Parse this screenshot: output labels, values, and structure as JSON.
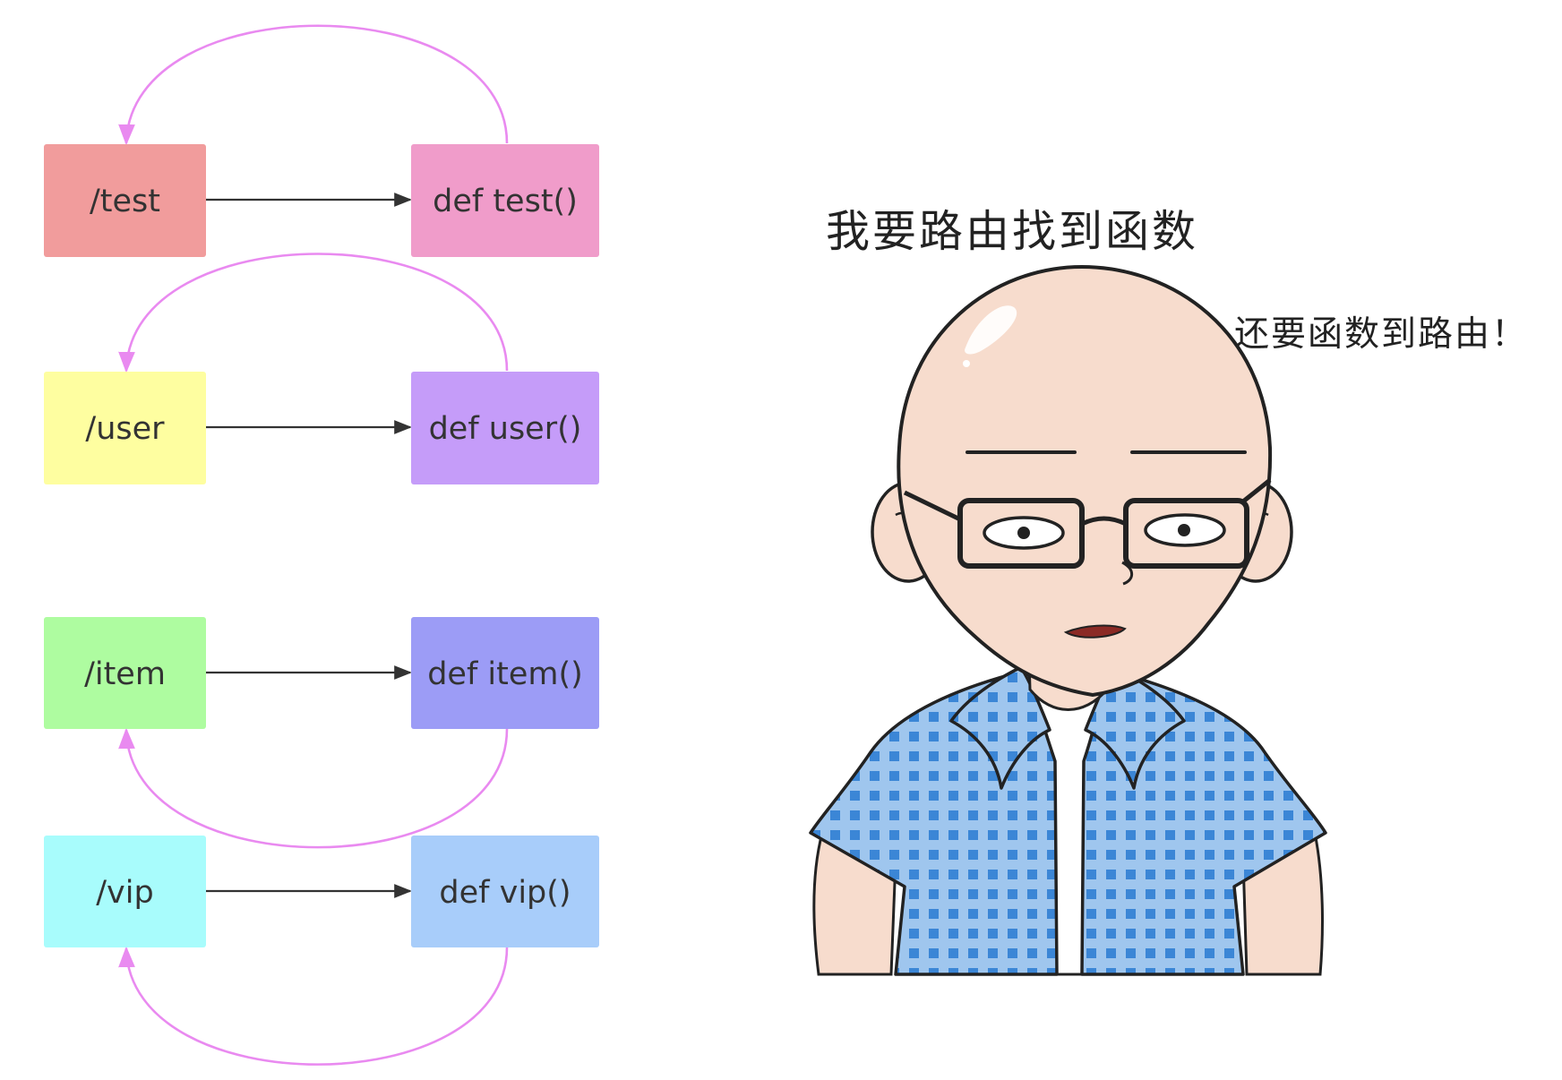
{
  "diagram": {
    "rows": [
      {
        "route": "/test",
        "func": "def test()",
        "route_color": "#f19c9c",
        "func_color": "#f09cca",
        "loop": "top"
      },
      {
        "route": "/user",
        "func": "def user()",
        "route_color": "#fefea0",
        "func_color": "#c59cf9",
        "loop": "top"
      },
      {
        "route": "/item",
        "func": "def item()",
        "route_color": "#aefca0",
        "func_color": "#9c9cf6",
        "loop": "bottom"
      },
      {
        "route": "/vip",
        "func": "def vip()",
        "route_color": "#a8fcfc",
        "func_color": "#a8cdfa",
        "loop": "bottom"
      }
    ],
    "arrow_color": "#333333",
    "loop_color": "#e98af0"
  },
  "illustration": {
    "speech_main": "我要路由找到函数",
    "speech_side": "还要函数到路由！",
    "colors": {
      "skin": "#f7dccd",
      "shirt": "#3b86d6",
      "shirt_light": "#9fc6ee",
      "outline": "#222222"
    }
  }
}
